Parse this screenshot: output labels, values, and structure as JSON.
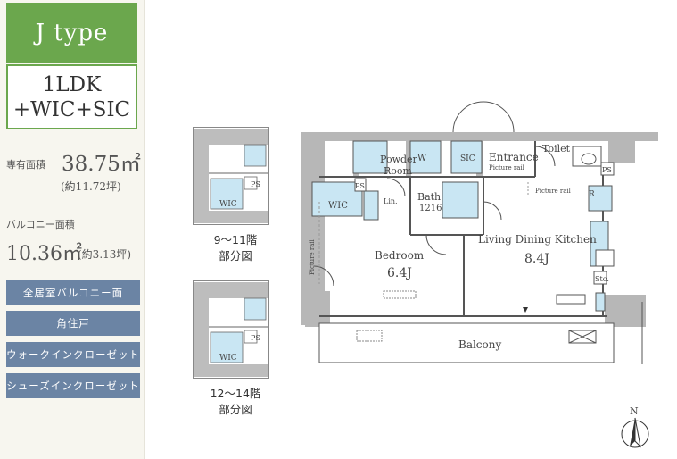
{
  "type_label": "J type",
  "plan": {
    "line1": "1LDK",
    "line2": "+WIC+SIC"
  },
  "exclusive_area": {
    "label": "専有面積",
    "value": "38.75㎡",
    "tsubo": "(約11.72坪)"
  },
  "balcony_area": {
    "label": "バルコニー面積",
    "value": "10.36㎡",
    "tsubo": "(約3.13坪)"
  },
  "features": [
    "全居室バルコニー面",
    "角住戸",
    "ウォークインクローゼット",
    "シューズインクローゼット"
  ],
  "partial_plans": [
    {
      "caption_line1": "9〜11階",
      "caption_line2": "部分図",
      "ps": "PS",
      "wic": "WIC"
    },
    {
      "caption_line1": "12〜14階",
      "caption_line2": "部分図",
      "ps": "PS",
      "wic": "WIC"
    }
  ],
  "floorplan_labels": {
    "powder_room_1": "Powder",
    "powder_room_2": "Room",
    "w": "W",
    "sic": "SIC",
    "entrance": "Entrance",
    "picture_rail_1": "Picture rail",
    "picture_rail_2": "Picture rail",
    "toilet": "Toilet",
    "ps": "PS",
    "ps2": "PS",
    "wic": "WIC",
    "lin": "Lin.",
    "bath": "Bath",
    "bath_size": "1216",
    "r": "R",
    "bedroom": "Bedroom",
    "bedroom_size": "6.4J",
    "picture_rail_3": "Picture rail",
    "ldk": "Living Dining Kitchen",
    "ldk_size": "8.4J",
    "sto": "Sto.",
    "balcony": "Balcony",
    "north": "N"
  },
  "colors": {
    "accent_green": "#6ba74d",
    "feature_blue": "#6b84a4",
    "room_blue": "#c9e6f3",
    "wall": "#b7b7b7"
  }
}
